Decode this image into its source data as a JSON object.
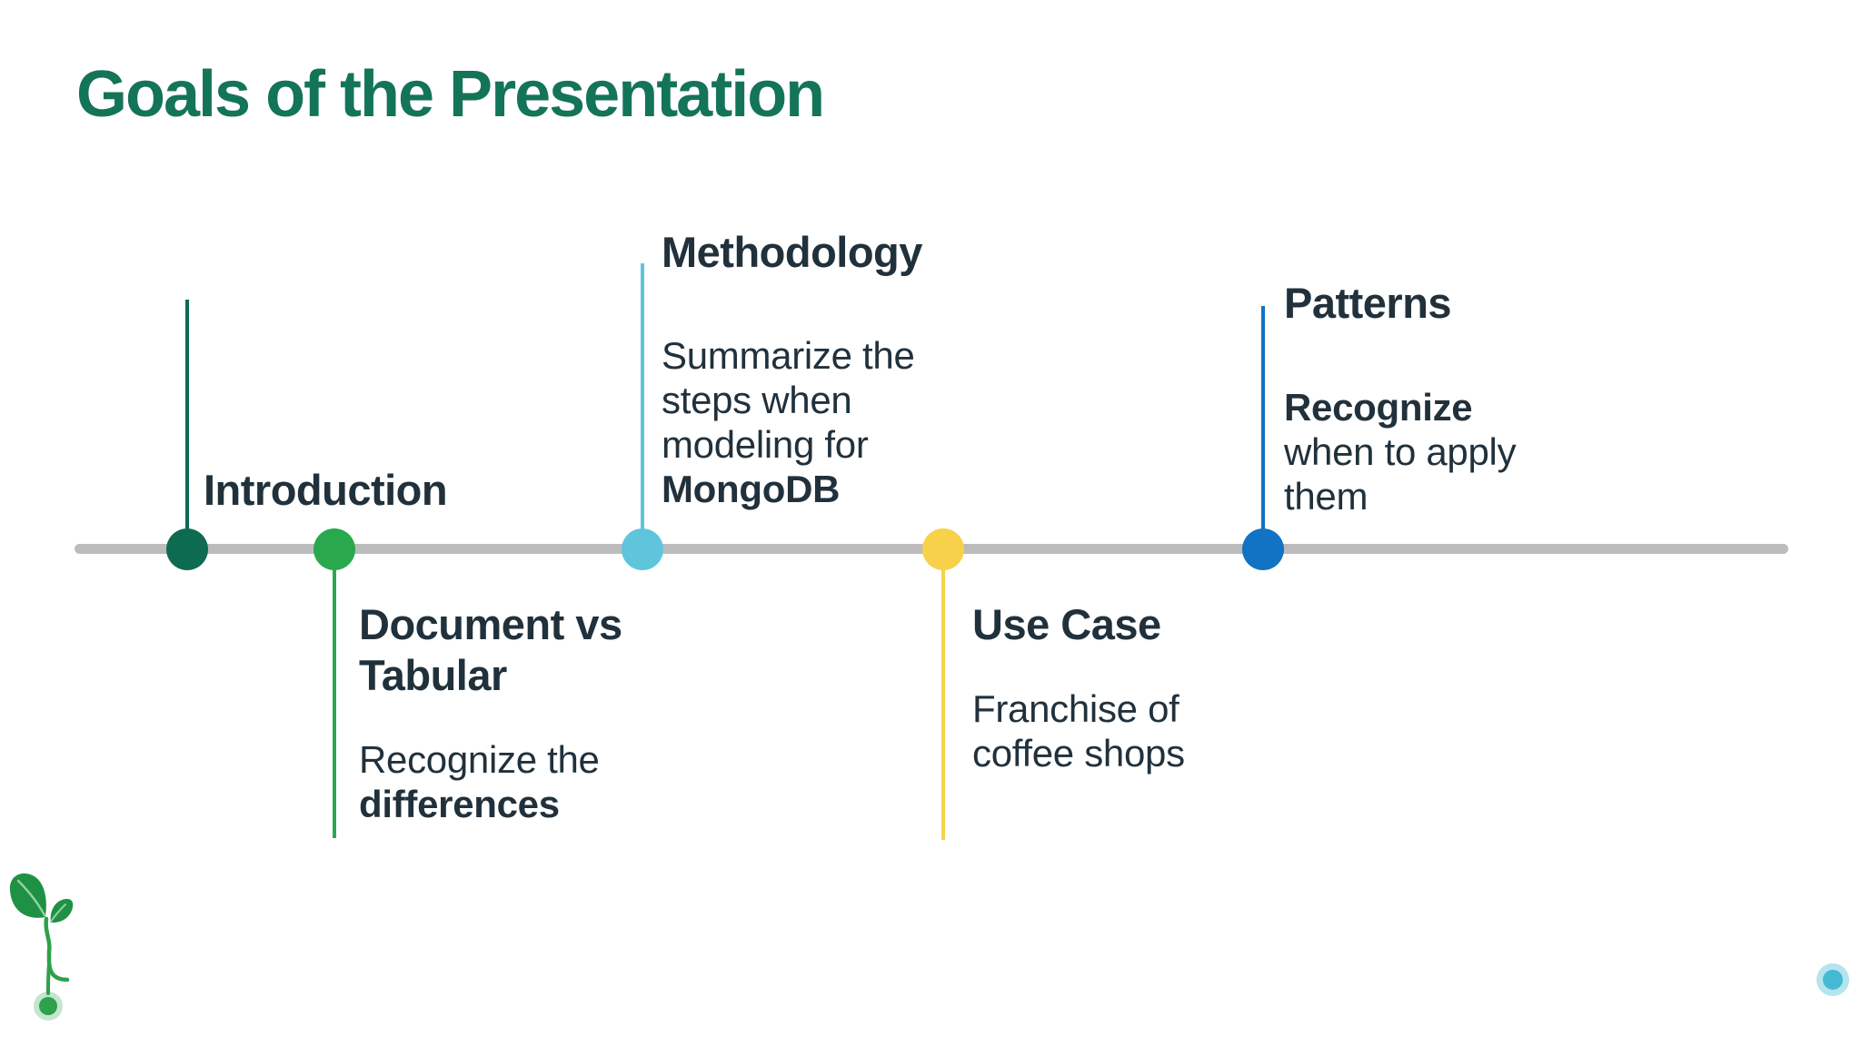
{
  "slide": {
    "title": "Goals of the Presentation"
  },
  "colors": {
    "background": "#ffffff",
    "title": "#147458",
    "text": "#21313c",
    "timeline_track": "#bcbcbc",
    "footer_line_start": "#2f9e4f",
    "footer_line_mid": "#3aa767",
    "footer_line_end": "#58c4db",
    "plant_green": "#2da14b",
    "leaf_fill": "#1f9144",
    "leaf_vein": "#8fd3a0",
    "seed_halo": "rgba(45,161,75,0.28)",
    "end_dot": "#45b9d3",
    "end_halo": "rgba(88,196,219,0.45)"
  },
  "timeline": {
    "items": [
      {
        "title1": "Introduction",
        "color": "#0d6b52"
      },
      {
        "title1": "Document vs",
        "title2": "Tabular",
        "body1": "Recognize the",
        "body2": "differences",
        "color": "#29a84d"
      },
      {
        "title1": "Methodology",
        "body1": "Summarize the",
        "body2": "steps when",
        "body3": "modeling for",
        "body4": "MongoDB",
        "color": "#5ec5dd"
      },
      {
        "title1": "Use Case",
        "body1": "Franchise of",
        "body2": "coffee shops",
        "color": "#f7d14a"
      },
      {
        "title1": "Patterns",
        "body1": "Recognize",
        "body2": "when to apply",
        "body3": "them",
        "color": "#1272c3"
      }
    ]
  }
}
